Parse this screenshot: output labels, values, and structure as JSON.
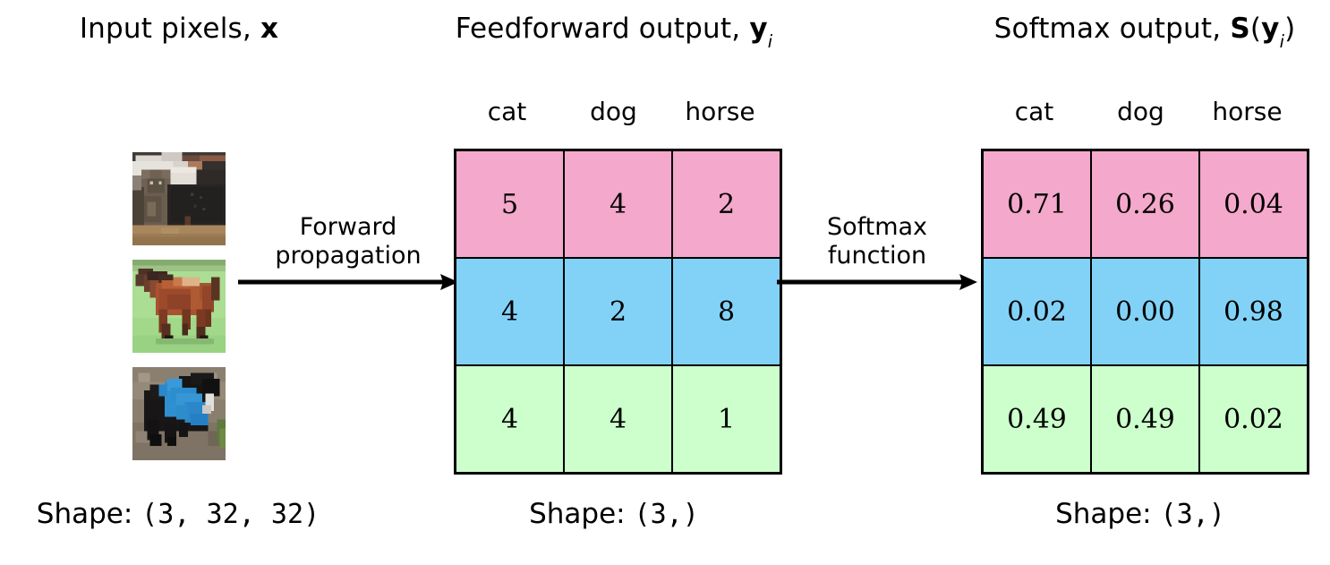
{
  "titles": {
    "input": {
      "text": "Input pixels, ",
      "symbol": "x"
    },
    "feedforward": {
      "text": "Feedforward output, ",
      "symbol": "y",
      "subscript": "i"
    },
    "softmax": {
      "text": "Softmax output, ",
      "symbol_s": "S",
      "paren_open": "(",
      "symbol_y": "y",
      "subscript": "i",
      "paren_close": ")"
    }
  },
  "class_labels": [
    "cat",
    "dog",
    "horse"
  ],
  "arrows": {
    "forward": {
      "line1": "Forward",
      "line2": "propagation"
    },
    "softmax": {
      "line1": "Softmax",
      "line2": "function"
    }
  },
  "thumbnails": [
    {
      "name": "cat-thumbnail",
      "alt": "cat"
    },
    {
      "name": "horse-thumbnail",
      "alt": "horse"
    },
    {
      "name": "dog-thumbnail",
      "alt": "dog"
    }
  ],
  "shapes": {
    "input": {
      "prefix": "Shape: ",
      "value": "(3, 32, 32)"
    },
    "feedforward": {
      "prefix": "Shape: ",
      "value": "(3,)"
    },
    "softmax": {
      "prefix": "Shape: ",
      "value": "(3,)"
    }
  },
  "colors": {
    "row_1": "#f4a8cb",
    "row_2": "#82d2f7",
    "row_3": "#ccffcc",
    "border": "#000000",
    "background": "#ffffff"
  },
  "chart_data": {
    "type": "table",
    "title": "Softmax transformation of feedforward logits",
    "columns": [
      "cat",
      "dog",
      "horse"
    ],
    "row_colors": [
      "#f4a8cb",
      "#82d2f7",
      "#ccffcc"
    ],
    "tables": [
      {
        "name": "feedforward-output",
        "header": "Feedforward output, y_i",
        "shape": "(3,)",
        "rows": [
          [
            "5",
            "4",
            "2"
          ],
          [
            "4",
            "2",
            "8"
          ],
          [
            "4",
            "4",
            "1"
          ]
        ]
      },
      {
        "name": "softmax-output",
        "header": "Softmax output, S(y_i)",
        "shape": "(3,)",
        "rows": [
          [
            "0.71",
            "0.26",
            "0.04"
          ],
          [
            "0.02",
            "0.00",
            "0.98"
          ],
          [
            "0.49",
            "0.49",
            "0.02"
          ]
        ]
      }
    ]
  }
}
